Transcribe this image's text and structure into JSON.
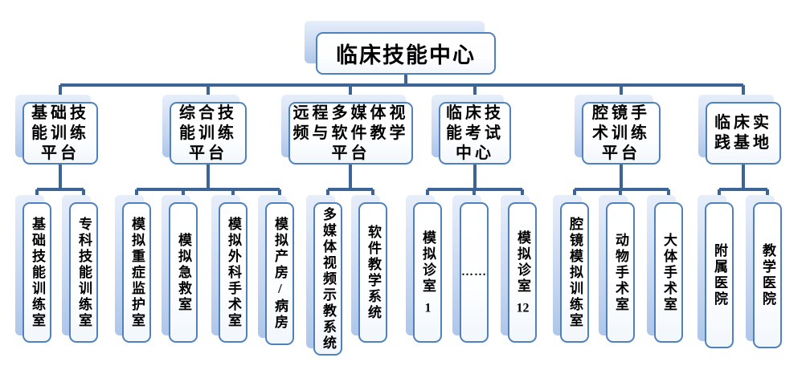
{
  "diagram": {
    "title_hint": "clinical-skills-center-org-chart",
    "root": {
      "label": "临床技能中心"
    },
    "nodes": [
      {
        "label": "基础技能训练平台",
        "children": [
          {
            "text": "基础技能训练室"
          },
          {
            "text": "专科技能训练室"
          }
        ]
      },
      {
        "label": "综合技能训练平台",
        "children": [
          {
            "text": "模拟重症监护室"
          },
          {
            "text": "模拟急救室"
          },
          {
            "text": "模拟外科手术室"
          },
          {
            "text": "模拟产房/病房"
          }
        ]
      },
      {
        "label": "远程多媒体视频与软件教学平台",
        "children": [
          {
            "text": "多媒体视频示教系统"
          },
          {
            "text": "软件教学系统"
          }
        ]
      },
      {
        "label": "临床技能考试中心",
        "children": [
          {
            "text": "模拟诊室",
            "num": "1"
          },
          {
            "text": "……"
          },
          {
            "text": "模拟诊室",
            "num": "12"
          }
        ]
      },
      {
        "label": "腔镜手术训练平台",
        "children": [
          {
            "text": "腔镜模拟训练室"
          },
          {
            "text": "动物手术室"
          },
          {
            "text": "大体手术室"
          }
        ]
      },
      {
        "label": "临床实践基地",
        "children": [
          {
            "text": "附属医院"
          },
          {
            "text": "教学医院"
          }
        ]
      }
    ],
    "colors": {
      "connector_line": "#3c6494",
      "box_border": "#4f81bd",
      "panel_top": "#e7eefa",
      "panel_bottom": "#aec6ea",
      "text": "#000000"
    }
  }
}
